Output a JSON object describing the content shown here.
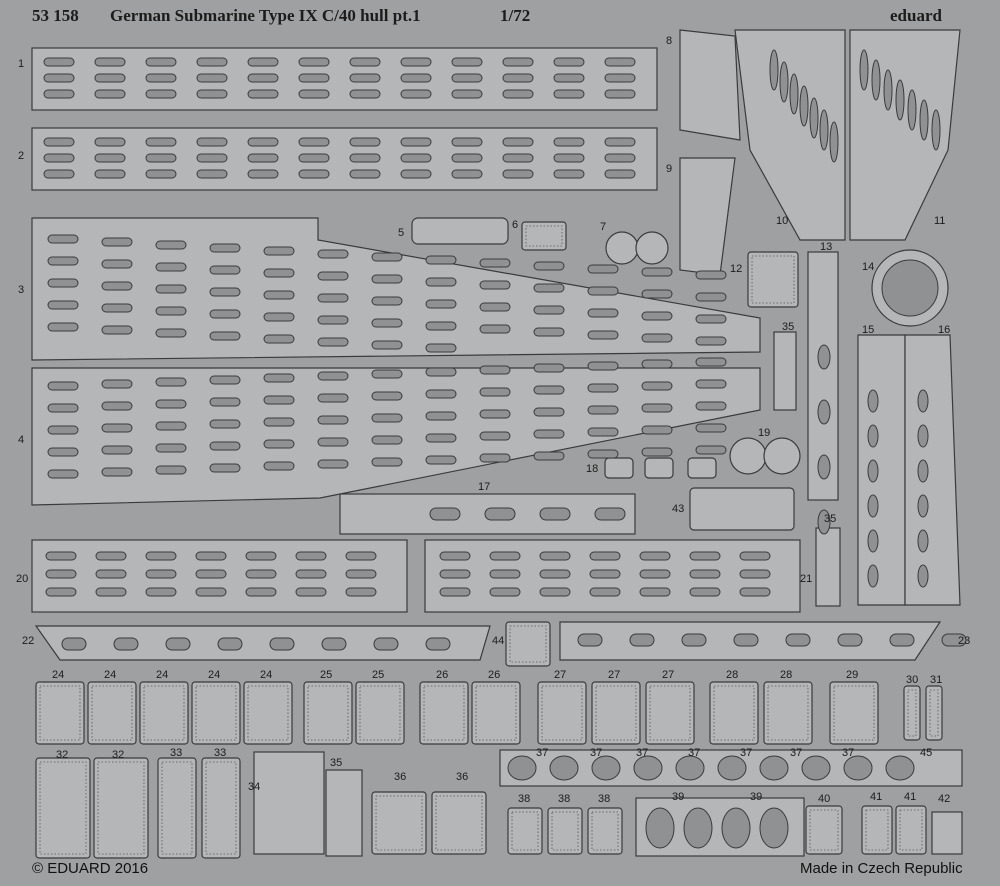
{
  "header": {
    "code": "53 158",
    "title": "German Submarine Type IX C/40 hull pt.1",
    "scale": "1/72",
    "brand": "eduard"
  },
  "footer": {
    "copyright": "© EDUARD 2016",
    "origin": "Made in Czech Republic"
  },
  "colors": {
    "fret_background": "#9ea0a2",
    "part_fill": "#b4b6b8",
    "part_outline": "#3a3b3c",
    "text": "#1c1c1c"
  },
  "part_numbers": [
    "1",
    "2",
    "3",
    "4",
    "5",
    "6",
    "7",
    "8",
    "9",
    "10",
    "11",
    "12",
    "13",
    "14",
    "15",
    "16",
    "17",
    "18",
    "19",
    "20",
    "21",
    "22",
    "23",
    "24",
    "25",
    "26",
    "27",
    "28",
    "29",
    "30",
    "31",
    "32",
    "33",
    "34",
    "35",
    "36",
    "37",
    "38",
    "39",
    "40",
    "41",
    "42",
    "43",
    "44",
    "45"
  ]
}
